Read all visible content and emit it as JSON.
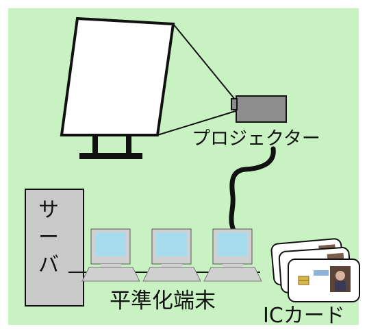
{
  "colors": {
    "page": "#ffffff",
    "diagram_bg": "#c8f2c2",
    "screen": "#ffffff",
    "projector": "#8d8d8d",
    "server": "#c9c9c9",
    "terminal_case": "#d0d0d0",
    "terminal_screen": "#a7dcee",
    "line": "#111111",
    "card": "#ffffff",
    "card_border": "#777777"
  },
  "labels": {
    "projector": "プロジェクター",
    "server_chars": [
      "サ",
      "ー",
      "バ"
    ],
    "terminals": "平準化端末",
    "ic_card": "ICカード"
  },
  "icons": {
    "screen": "projection-screen-icon",
    "projector": "projector-icon",
    "server": "server-tower-icon",
    "terminal": "desktop-computer-icon",
    "card": "id-card-icon"
  }
}
